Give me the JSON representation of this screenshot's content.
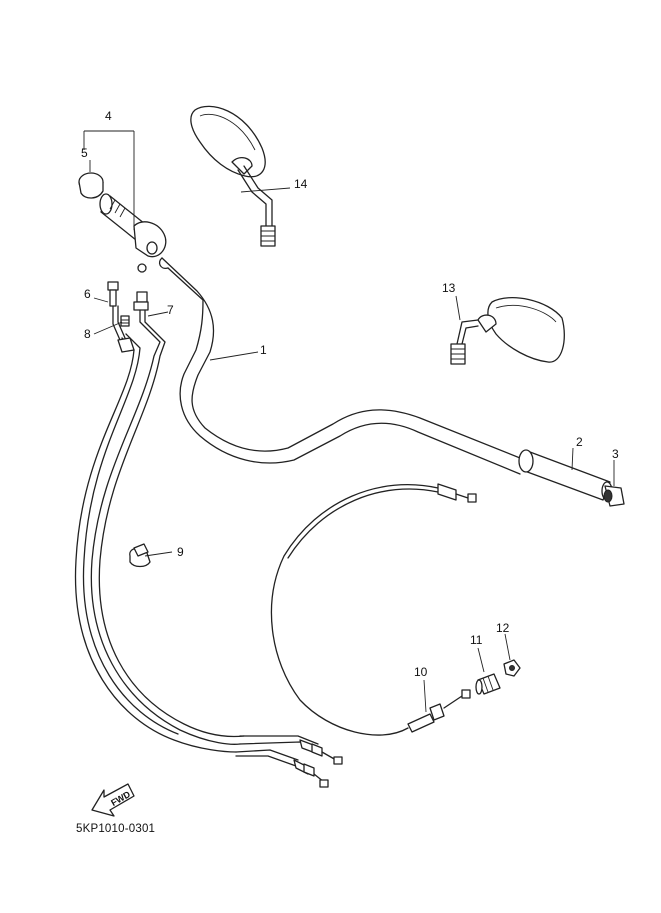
{
  "diagram_code": "5KP1010-0301",
  "fwd_label": "FWD",
  "callouts": {
    "c1": "1",
    "c2": "2",
    "c3": "3",
    "c4": "4",
    "c5": "5",
    "c6": "6",
    "c7": "7",
    "c8": "8",
    "c9": "9",
    "c10": "10",
    "c11": "11",
    "c12": "12",
    "c13": "13",
    "c14": "14"
  },
  "parts": [
    {
      "ref": "1",
      "name": "handlebar"
    },
    {
      "ref": "2",
      "name": "grip"
    },
    {
      "ref": "3",
      "name": "bar-end"
    },
    {
      "ref": "4",
      "name": "throttle-grip-assembly"
    },
    {
      "ref": "5",
      "name": "grip-end-cap"
    },
    {
      "ref": "6",
      "name": "adjuster"
    },
    {
      "ref": "7",
      "name": "throttle-cable"
    },
    {
      "ref": "8",
      "name": "adjuster"
    },
    {
      "ref": "9",
      "name": "cable-clamp"
    },
    {
      "ref": "10",
      "name": "clutch-cable"
    },
    {
      "ref": "11",
      "name": "adjuster-bolt"
    },
    {
      "ref": "12",
      "name": "nut"
    },
    {
      "ref": "13",
      "name": "mirror-right"
    },
    {
      "ref": "14",
      "name": "mirror-left"
    }
  ]
}
